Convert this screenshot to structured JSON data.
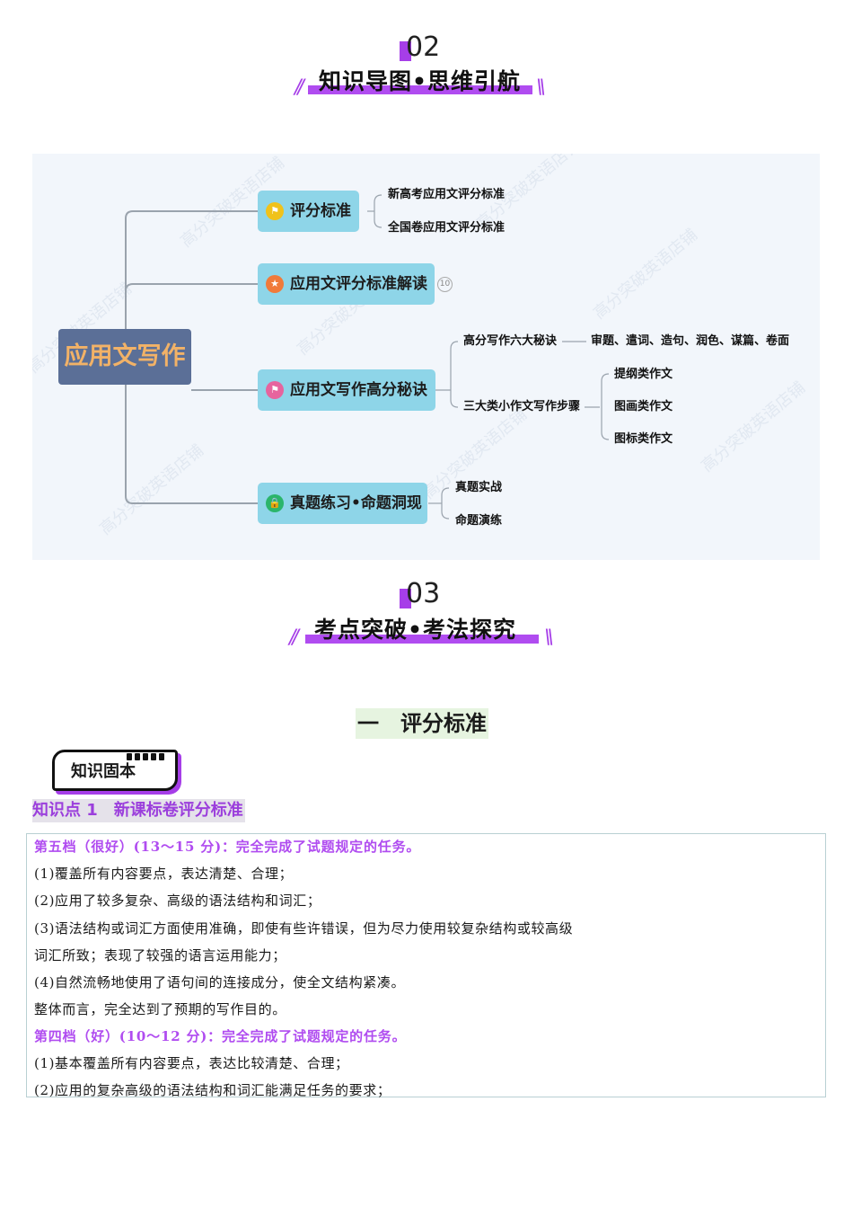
{
  "section2": {
    "number": "02",
    "title": "知识导图•思维引航",
    "deco_left": "//",
    "deco_right": "\\\\"
  },
  "mindmap": {
    "root": "应用文写作",
    "branches": [
      {
        "label": "评分标准",
        "icon": "flag-icon",
        "icon_color": "#f0c21a",
        "children": [
          "新高考应用文评分标准",
          "全国卷应用文评分标准"
        ]
      },
      {
        "label": "应用文评分标准解读",
        "icon": "star-icon",
        "icon_color": "#f07a3a",
        "badge": "10",
        "children": []
      },
      {
        "label": "应用文写作高分秘诀",
        "icon": "flag-icon",
        "icon_color": "#e6649e",
        "children": [
          {
            "label": "高分写作六大秘诀",
            "detail": "审题、遣词、造句、润色、谋篇、卷面"
          },
          {
            "label": "三大类小作文写作步骤",
            "children": [
              "提纲类作文",
              "图画类作文",
              "图标类作文"
            ]
          }
        ]
      },
      {
        "label": "真题练习•命题洞现",
        "icon": "lock-icon",
        "icon_color": "#2bb56b",
        "children": [
          "真题实战",
          "命题演练"
        ]
      }
    ],
    "watermark": "高分突破英语店铺"
  },
  "section3": {
    "number": "03",
    "title": "考点突破•考法探究",
    "deco_left": "//",
    "deco_right": "\\\\"
  },
  "section_one": {
    "title": "一　评分标准"
  },
  "knowledge_badge": "知识固本",
  "knowledge_point": "知识点 1　新课标卷评分标准",
  "content_lines": [
    {
      "text": "第五档（很好）(13～15 分)：完全完成了试题规定的任务。",
      "highlight": true
    },
    {
      "text": "(1)覆盖所有内容要点，表达清楚、合理；",
      "highlight": false
    },
    {
      "text": "(2)应用了较多复杂、高级的语法结构和词汇；",
      "highlight": false
    },
    {
      "text": "(3)语法结构或词汇方面使用准确，即使有些许错误，但为尽力使用较复杂结构或较高级",
      "highlight": false
    },
    {
      "text": "词汇所致；表现了较强的语言运用能力；",
      "highlight": false
    },
    {
      "text": "(4)自然流畅地使用了语句间的连接成分，使全文结构紧凑。",
      "highlight": false
    },
    {
      "text": "整体而言，完全达到了预期的写作目的。",
      "highlight": false
    },
    {
      "text": "第四档（好）(10～12 分)：完全完成了试题规定的任务。",
      "highlight": true
    },
    {
      "text": "(1)基本覆盖所有内容要点，表达比较清楚、合理；",
      "highlight": false
    },
    {
      "text": "(2)应用的复杂高级的语法结构和词汇能满足任务的要求；",
      "highlight": false
    }
  ],
  "colors": {
    "accent": "#a63ee8",
    "node": "#8ed5e8",
    "root": "#5b6f97",
    "root_text": "#f2b267"
  }
}
